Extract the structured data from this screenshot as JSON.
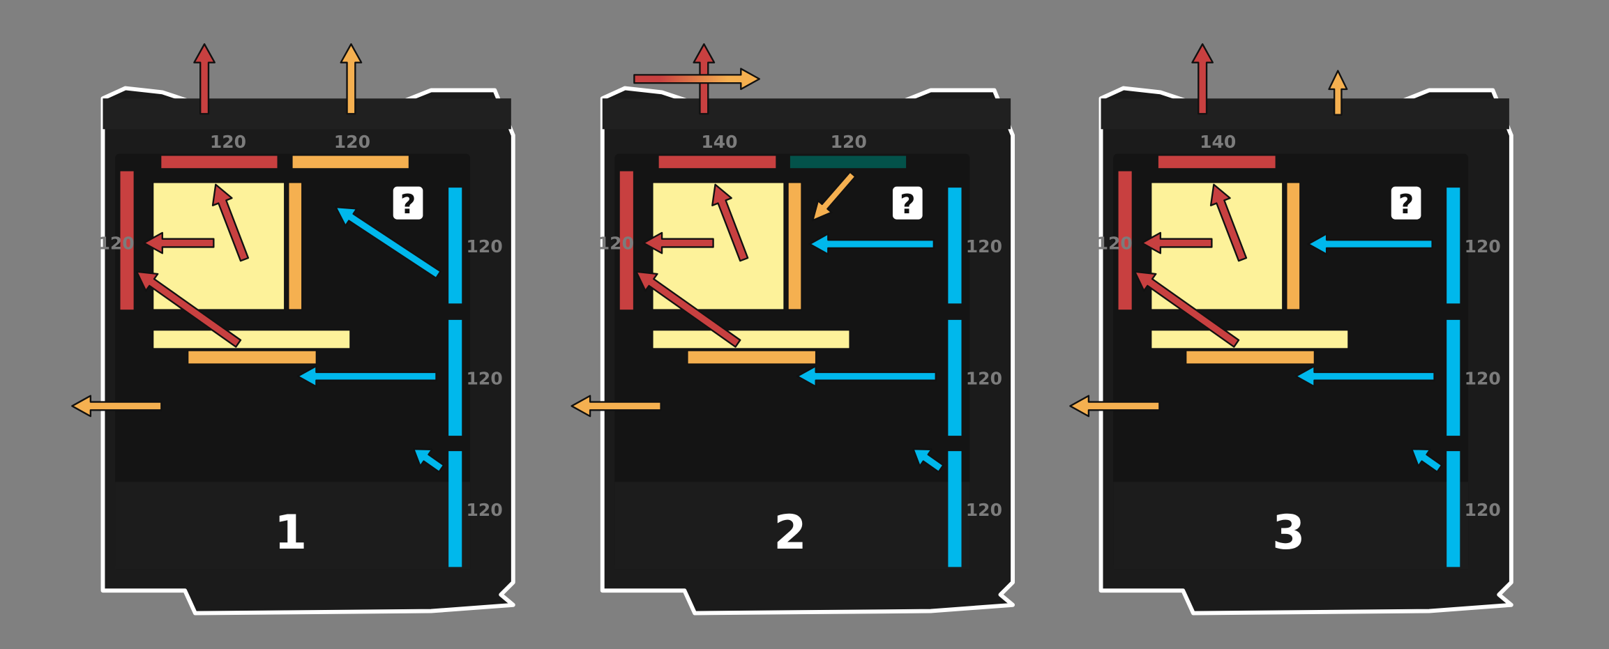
{
  "colors": {
    "background": "#808080",
    "case": "#1b1b1b",
    "exhaust_hot": "#c84040",
    "exhaust_warm": "#f5b050",
    "component": "#fdf29a",
    "intake": "#00b8ec",
    "unused_fan": "#03524a"
  },
  "panels": [
    {
      "number": "1",
      "top_fan_labels": [
        "120",
        "120"
      ],
      "rear_fan_label": "120",
      "front_fan_labels": [
        "120",
        "120",
        "120"
      ],
      "unknown_marker": "?"
    },
    {
      "number": "2",
      "top_fan_labels": [
        "140",
        "120"
      ],
      "rear_fan_label": "120",
      "front_fan_labels": [
        "120",
        "120",
        "120"
      ],
      "unknown_marker": "?"
    },
    {
      "number": "3",
      "top_fan_labels": [
        "140"
      ],
      "rear_fan_label": "120",
      "front_fan_labels": [
        "120",
        "120",
        "120"
      ],
      "unknown_marker": "?"
    }
  ]
}
